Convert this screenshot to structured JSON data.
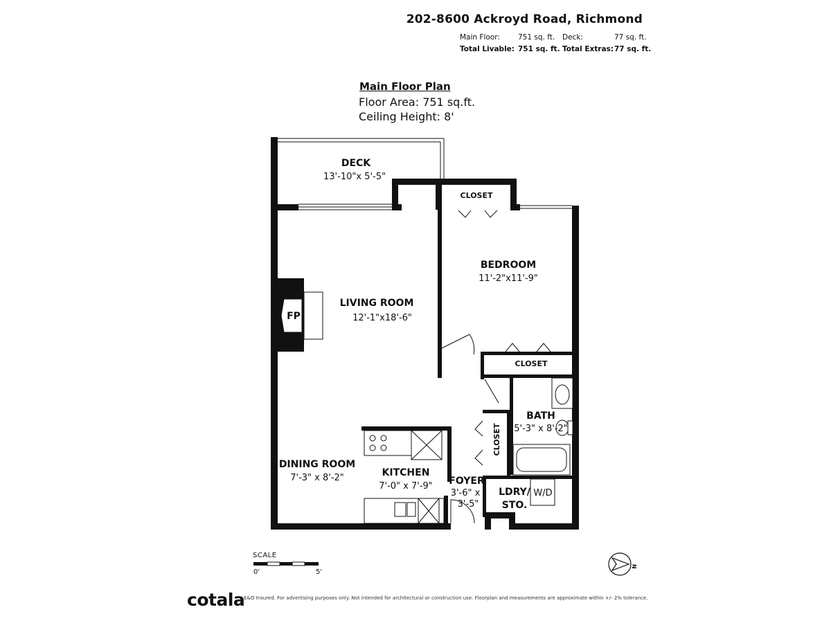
{
  "header": {
    "address": "202-8600 Ackroyd Road, Richmond",
    "main_floor_label": "Main Floor:",
    "main_floor_value": "751 sq. ft.",
    "deck_label": "Deck:",
    "deck_value": "77 sq. ft.",
    "total_livable_label": "Total Livable:",
    "total_livable_value": "751 sq. ft.",
    "total_extras_label": "Total Extras:",
    "total_extras_value": "77 sq. ft."
  },
  "plan": {
    "title": "Main Floor Plan",
    "floor_area": "Floor Area: 751 sq.ft.",
    "ceiling_height": "Ceiling Height: 8'"
  },
  "rooms": {
    "deck": {
      "name": "DECK",
      "dims": "13'-10\"x 5'-5\""
    },
    "closet_top": {
      "name": "CLOSET"
    },
    "bedroom": {
      "name": "BEDROOM",
      "dims": "11'-2\"x11'-9\""
    },
    "living": {
      "name": "LIVING ROOM",
      "dims": "12'-1\"x18'-6\""
    },
    "fireplace": {
      "name": "FP"
    },
    "closet_bed": {
      "name": "CLOSET"
    },
    "bath": {
      "name": "BATH",
      "dims": "5'-3\" x 8'-2\""
    },
    "closet_hall": {
      "name": "CLOSET"
    },
    "dining": {
      "name": "DINING ROOM",
      "dims": "7'-3\" x 8'-2\""
    },
    "kitchen": {
      "name": "KITCHEN",
      "dims": "7'-0\" x 7'-9\""
    },
    "foyer": {
      "name": "FOYER",
      "dims_1": "3'-6\" x",
      "dims_2": "3'-5\""
    },
    "laundry": {
      "name_1": "LDRY/",
      "name_2": "STO.",
      "appliance": "W/D"
    }
  },
  "scale": {
    "label": "SCALE",
    "start": "0'",
    "end": "5'"
  },
  "compass": {
    "letter": "N"
  },
  "footer": {
    "brand": "cotala",
    "disclaimer": "E&O Insured. For advertising purposes only. Not intended for architectural or construction use. Floorplan and measurements are approximate within +/- 2% tolerance."
  }
}
